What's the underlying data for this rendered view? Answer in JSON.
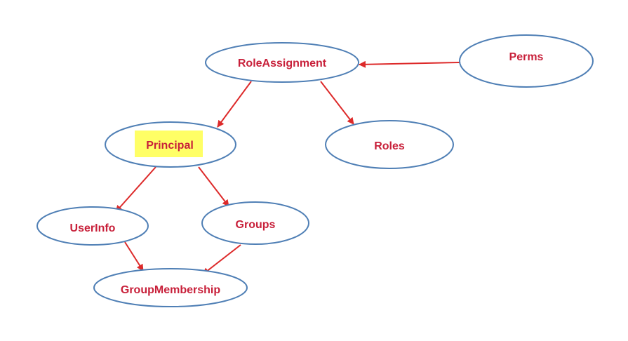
{
  "diagram": {
    "nodes": [
      {
        "id": "roleassignment",
        "label": "RoleAssignment",
        "highlighted": false
      },
      {
        "id": "perms",
        "label": "Perms",
        "highlighted": false
      },
      {
        "id": "principal",
        "label": "Principal",
        "highlighted": true
      },
      {
        "id": "roles",
        "label": "Roles",
        "highlighted": false
      },
      {
        "id": "userinfo",
        "label": "UserInfo",
        "highlighted": false
      },
      {
        "id": "groups",
        "label": "Groups",
        "highlighted": false
      },
      {
        "id": "groupmembership",
        "label": "GroupMembership",
        "highlighted": false
      }
    ],
    "edges": [
      {
        "from": "perms",
        "to": "roleassignment"
      },
      {
        "from": "roleassignment",
        "to": "principal"
      },
      {
        "from": "roleassignment",
        "to": "roles"
      },
      {
        "from": "principal",
        "to": "userinfo"
      },
      {
        "from": "principal",
        "to": "groups"
      },
      {
        "from": "userinfo",
        "to": "groupmembership"
      },
      {
        "from": "groups",
        "to": "groupmembership"
      }
    ],
    "colors": {
      "node_outline": "#4f7fb5",
      "node_text": "#c8203a",
      "arrow": "#dd2a2a",
      "highlight": "#ffff66"
    }
  }
}
